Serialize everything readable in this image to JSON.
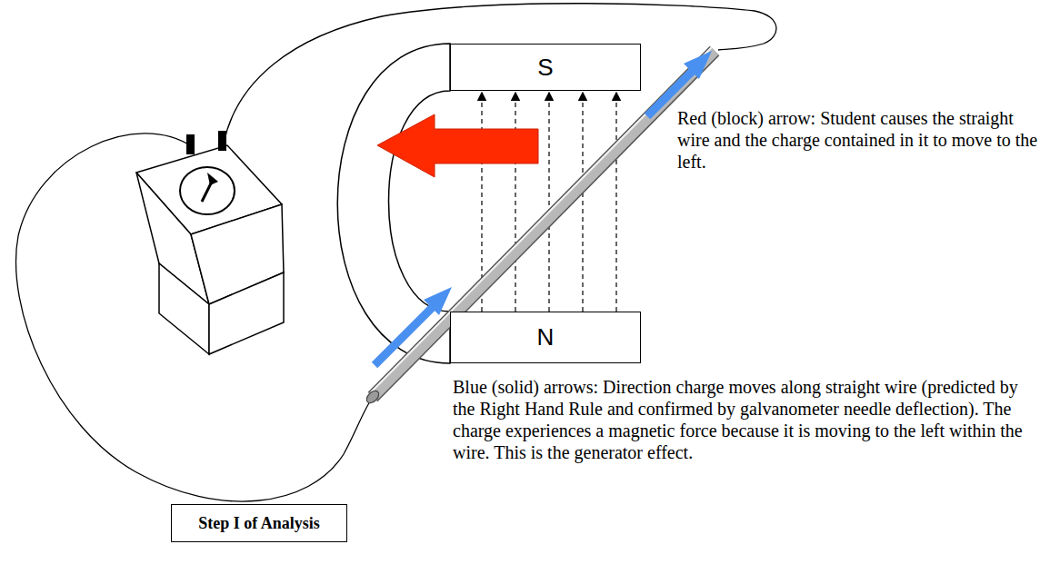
{
  "diagram": {
    "nodes": [
      {
        "text": [
          "S"
        ]
      },
      {
        "text": [
          "N"
        ]
      },
      {
        "text": [
          "Step I of Analysis"
        ]
      }
    ],
    "labels": [
      "Red (block) arrow: Student causes the straight wire and the charge contained in it to move to the left.",
      "Blue (solid) arrows: Direction charge moves along straight wire (predicted by the Right Hand Rule and confirmed by galvanometer needle deflection). The charge experiences a magnetic force because it is moving to the left within the wire. This is the generator effect."
    ]
  }
}
